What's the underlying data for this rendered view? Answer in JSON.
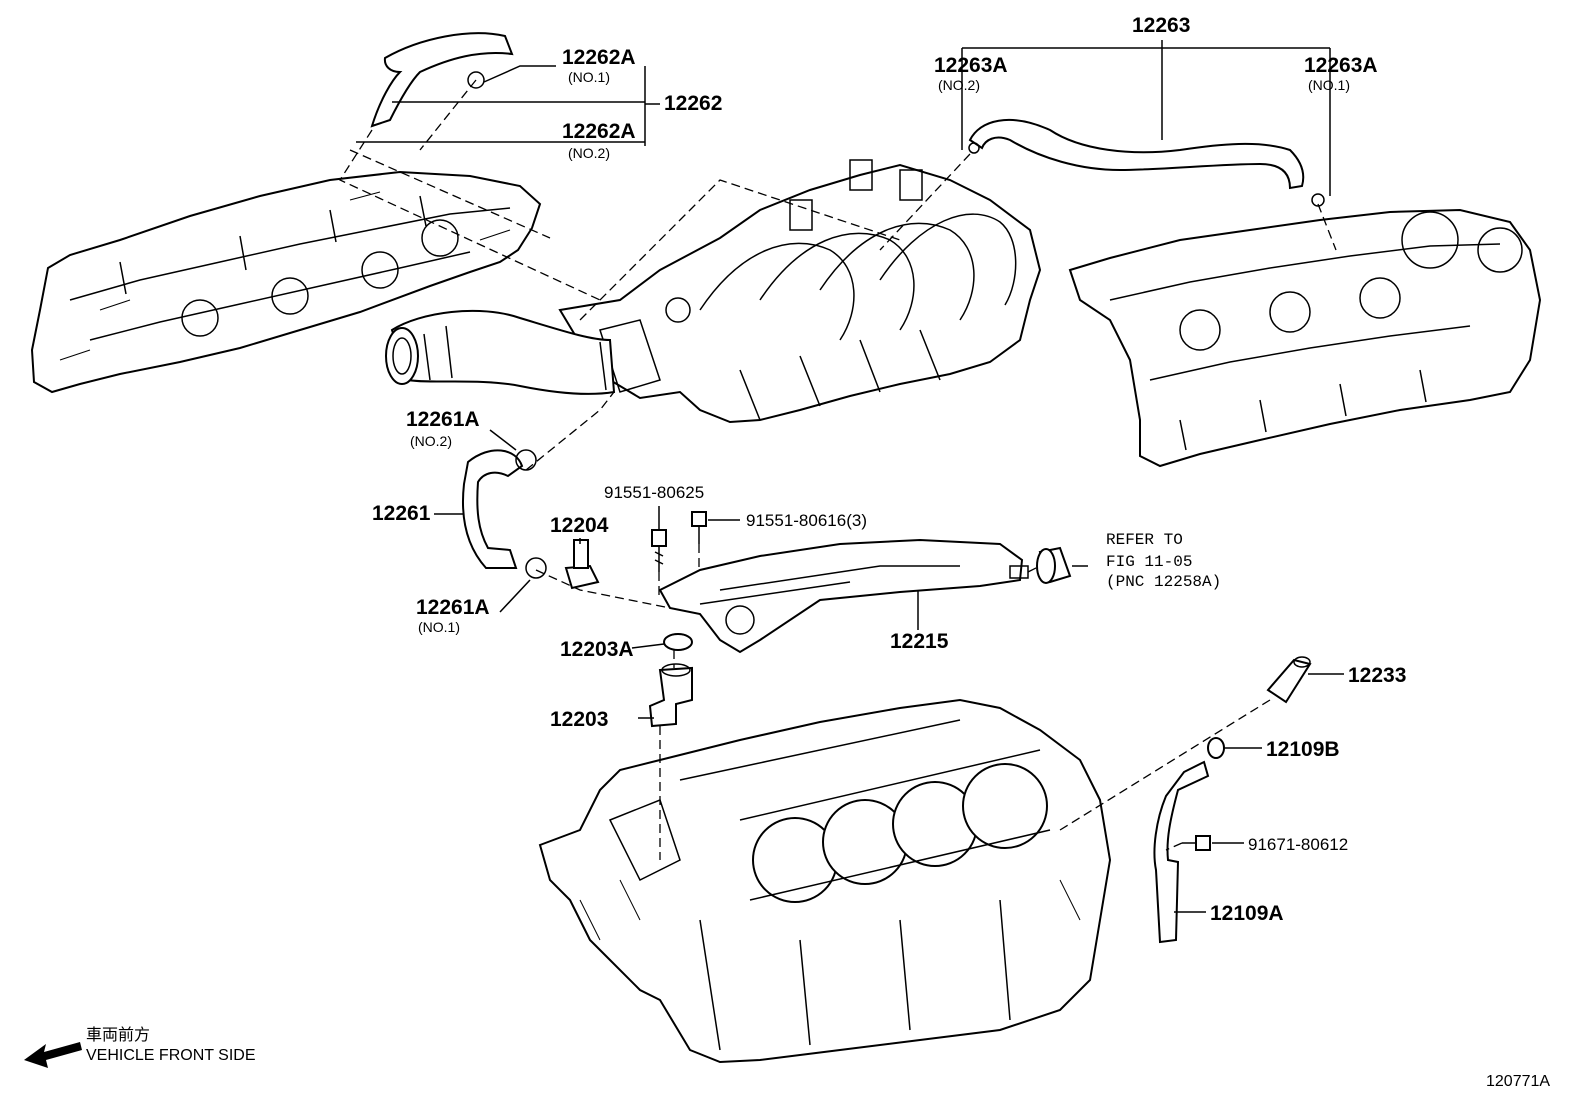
{
  "callouts": {
    "c12262a_1": {
      "num": "12262A",
      "sub": "(NO.1)"
    },
    "c12262": {
      "num": "12262"
    },
    "c12262a_2": {
      "num": "12262A",
      "sub": "(NO.2)"
    },
    "c12263": {
      "num": "12263"
    },
    "c12263a_2": {
      "num": "12263A",
      "sub": "(NO.2)"
    },
    "c12263a_1": {
      "num": "12263A",
      "sub": "(NO.1)"
    },
    "c12261a_2": {
      "num": "12261A",
      "sub": "(NO.2)"
    },
    "c12261": {
      "num": "12261"
    },
    "c12261a_1": {
      "num": "12261A",
      "sub": "(NO.1)"
    },
    "c91551_80625": {
      "num": "91551-80625"
    },
    "c91551_80616": {
      "num": "91551-80616(3)"
    },
    "c12204": {
      "num": "12204"
    },
    "c12203a": {
      "num": "12203A"
    },
    "c12203": {
      "num": "12203"
    },
    "c12215": {
      "num": "12215"
    },
    "c12233": {
      "num": "12233"
    },
    "c12109b": {
      "num": "12109B"
    },
    "c91671_80612": {
      "num": "91671-80612"
    },
    "c12109a": {
      "num": "12109A"
    }
  },
  "refer": {
    "line1": "REFER TO",
    "line2": "FIG 11-05",
    "line3": "(PNC 12258A)"
  },
  "direction": {
    "jp": "車両前方",
    "en": "VEHICLE FRONT SIDE"
  },
  "figure_code": "120771A"
}
